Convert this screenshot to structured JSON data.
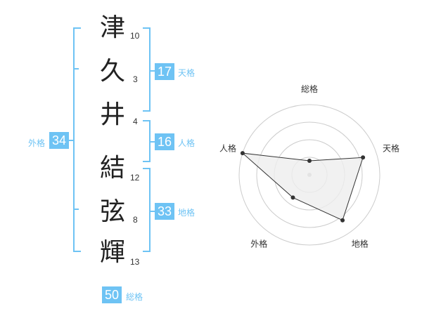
{
  "colors": {
    "accent": "#6ec3f4",
    "line": "#333333",
    "grid": "#cccccc",
    "fill": "#eeeeee"
  },
  "characters": [
    {
      "char": "津",
      "strokes": "10"
    },
    {
      "char": "久",
      "strokes": "3"
    },
    {
      "char": "井",
      "strokes": "4"
    },
    {
      "char": "結",
      "strokes": "12"
    },
    {
      "char": "弦",
      "strokes": "8"
    },
    {
      "char": "輝",
      "strokes": "13"
    }
  ],
  "fortunes": {
    "tenkaku": {
      "value": "17",
      "label": "天格"
    },
    "jinkaku": {
      "value": "16",
      "label": "人格"
    },
    "chikaku": {
      "value": "33",
      "label": "地格"
    },
    "gaikaku": {
      "value": "34",
      "label": "外格"
    },
    "soukaku": {
      "value": "50",
      "label": "総格"
    }
  },
  "chart_data": {
    "type": "radar",
    "axes": [
      "総格",
      "天格",
      "地格",
      "外格",
      "人格"
    ],
    "values": [
      1,
      4,
      4,
      2,
      5
    ],
    "max": 5,
    "rings": 4
  }
}
